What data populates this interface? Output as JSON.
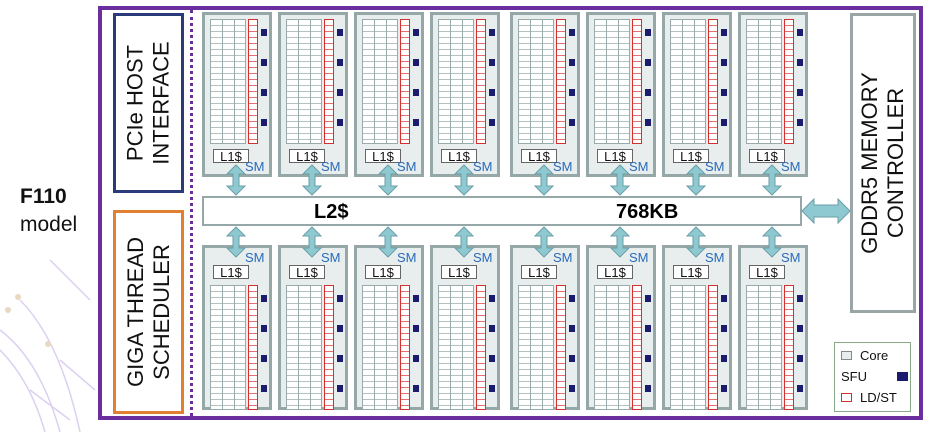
{
  "model": {
    "name": "F110",
    "suffix": "model"
  },
  "host_interface": {
    "line1": "PCIe  HOST",
    "line2": "INTERFACE"
  },
  "scheduler": {
    "line1": "GIGA THREAD",
    "line2": "SCHEDULER"
  },
  "memory_controller": {
    "line1": "GDDR5 MEMORY",
    "line2": "CONTROLLER"
  },
  "l2": {
    "label": "L2$",
    "size": "768KB"
  },
  "sm": {
    "count_per_row": 8,
    "rows": 2,
    "sm_label": "SM",
    "l1_label": "L1$"
  },
  "legend": [
    {
      "key": "core",
      "label": "Core"
    },
    {
      "key": "sfu",
      "label": "SFU"
    },
    {
      "key": "ld",
      "label": "LD/ST"
    }
  ],
  "colors": {
    "frame": "#6a2e9e",
    "host": "#2a3a7a",
    "scheduler": "#e08030",
    "sm_label": "#2a6ab8",
    "sfu": "#1c1c6e",
    "ldst": "#d43030",
    "arrow": "#8ec8d0"
  }
}
